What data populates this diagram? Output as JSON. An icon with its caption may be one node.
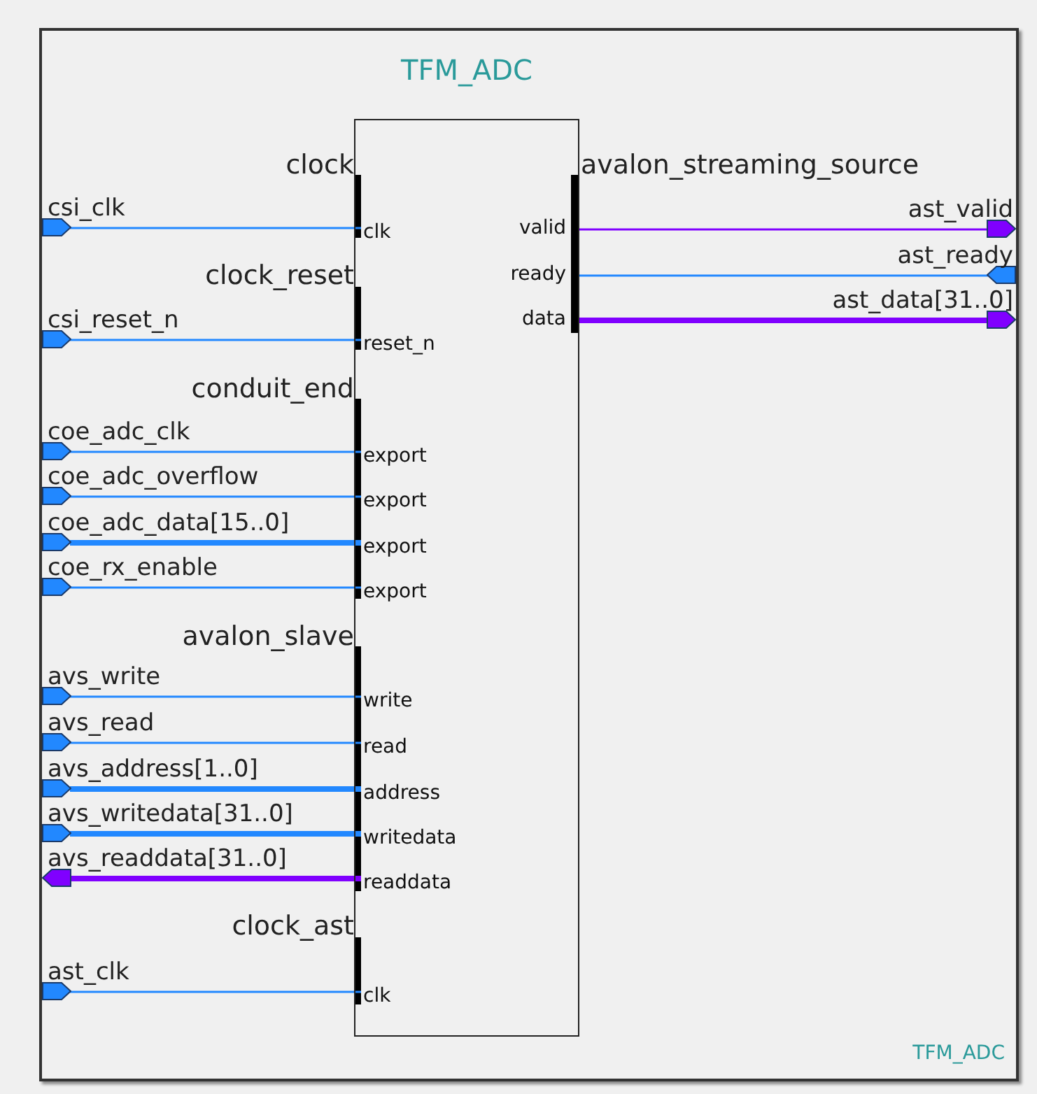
{
  "diagram": {
    "nodes": [
      {
        "text": [
          "TFM_ADC",
          "TFM_ADC"
        ]
      },
      {
        "text": [],
        "shape": "box",
        "in": 0
      },
      {
        "text": [
          "clk"
        ],
        "in": 1
      },
      {
        "text": [
          "reset_n"
        ],
        "in": 1
      },
      {
        "text": [
          "export"
        ],
        "in": 1
      },
      {
        "text": [
          "export"
        ],
        "in": 1
      },
      {
        "text": [
          "export"
        ],
        "in": 1
      },
      {
        "text": [
          "export"
        ],
        "in": 1
      },
      {
        "text": [
          "write"
        ],
        "in": 1
      },
      {
        "text": [
          "read"
        ],
        "in": 1
      },
      {
        "text": [
          "address"
        ],
        "in": 1
      },
      {
        "text": [
          "writedata"
        ],
        "in": 1
      },
      {
        "text": [
          "readdata"
        ],
        "in": 1
      },
      {
        "text": [
          "clk"
        ],
        "in": 1
      },
      {
        "text": [
          "valid"
        ],
        "in": 1
      },
      {
        "text": [
          "ready"
        ],
        "in": 1
      },
      {
        "text": [
          "data"
        ],
        "in": 1
      },
      {
        "text": [
          "csi_clk"
        ],
        "in": 0
      },
      {
        "text": [
          "csi_reset_n"
        ],
        "in": 0
      },
      {
        "text": [
          "coe_adc_clk"
        ],
        "in": 0
      },
      {
        "text": [
          "coe_adc_overflow"
        ],
        "in": 0
      },
      {
        "text": [
          "coe_adc_data[15..0]"
        ],
        "in": 0
      },
      {
        "text": [
          "coe_rx_enable"
        ],
        "in": 0
      },
      {
        "text": [
          "avs_write"
        ],
        "in": 0
      },
      {
        "text": [
          "avs_read"
        ],
        "in": 0
      },
      {
        "text": [
          "avs_address[1..0]"
        ],
        "in": 0
      },
      {
        "text": [
          "avs_writedata[31..0]"
        ],
        "in": 0
      },
      {
        "text": [
          "avs_readdata[31..0]"
        ],
        "in": 0
      },
      {
        "text": [
          "ast_clk"
        ],
        "in": 0
      },
      {
        "text": [
          "ast_valid"
        ],
        "in": 0
      },
      {
        "text": [
          "ast_ready"
        ],
        "in": 0
      },
      {
        "text": [
          "ast_data[31..0]"
        ],
        "in": 0
      }
    ],
    "edges": [
      {
        "from": 17,
        "to": 2,
        "arrow": "none"
      },
      {
        "from": 18,
        "to": 3,
        "arrow": "none"
      },
      {
        "from": 19,
        "to": 4,
        "arrow": "none"
      },
      {
        "from": 20,
        "to": 5,
        "arrow": "none"
      },
      {
        "from": 21,
        "to": 6,
        "arrow": "none",
        "style": "thick"
      },
      {
        "from": 22,
        "to": 7,
        "arrow": "none"
      },
      {
        "from": 23,
        "to": 8,
        "arrow": "none"
      },
      {
        "from": 24,
        "to": 9,
        "arrow": "none"
      },
      {
        "from": 25,
        "to": 10,
        "arrow": "none",
        "style": "thick"
      },
      {
        "from": 26,
        "to": 11,
        "arrow": "none",
        "style": "thick"
      },
      {
        "from": 12,
        "to": 27,
        "arrow": "none",
        "style": "thick",
        "color": "#8000ff"
      },
      {
        "from": 28,
        "to": 13,
        "arrow": "none"
      },
      {
        "from": 14,
        "to": 29,
        "arrow": "none",
        "color": "#8000ff"
      },
      {
        "from": 30,
        "to": 15,
        "arrow": "none"
      },
      {
        "from": 16,
        "to": 31,
        "arrow": "none",
        "style": "thick",
        "color": "#8000ff"
      }
    ],
    "labels": [
      "clock",
      "avalon_streaming_source",
      "clock_reset",
      "conduit_end",
      "avalon_slave",
      "clock_ast"
    ]
  }
}
